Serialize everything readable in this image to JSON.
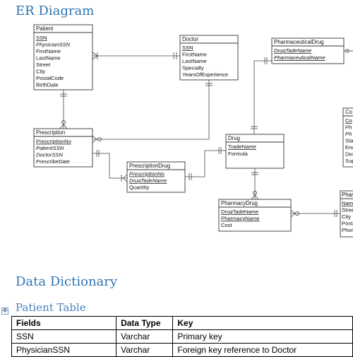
{
  "headings": {
    "er_diagram": "ER Diagram",
    "data_dictionary": "Data Dictionary",
    "patient_table": "Patient Table"
  },
  "table_anchor_icon": "move-handle-icon",
  "entities": {
    "patient": {
      "name": "Patient",
      "fields": [
        "SSN",
        "PhysicianSSN",
        "FirstName",
        "LastName",
        "Street",
        "City",
        "PostalCode",
        "BirthDate"
      ]
    },
    "doctor": {
      "name": "Doctor",
      "fields": [
        "SSN",
        "FirstName",
        "LastName",
        "Specialty",
        "YearsOfExperience"
      ]
    },
    "pharmaceutical_drug": {
      "name": "PharmaceuticalDrug",
      "fields": [
        "DrugTadeName",
        "PharmaceuticalName"
      ]
    },
    "prescription": {
      "name": "Prescription",
      "fields": [
        "PrescriptionNo",
        "PatientSSN",
        "DoctorSSN",
        "PrescribeDate"
      ]
    },
    "drug": {
      "name": "Drug",
      "fields": [
        "TradeName",
        "Formula"
      ]
    },
    "prescription_drug": {
      "name": "PrescriptionDrug",
      "fields": [
        "PrescriptionNo",
        "DrugTadeName",
        "Quantity"
      ]
    },
    "pharmacy_drug": {
      "name": "PharmacyDrug",
      "fields": [
        "DrugTadeName",
        "PharmacyName",
        "Cost"
      ]
    },
    "company_partial": {
      "name": "Co",
      "fields": [
        "Co",
        "Ph",
        "Ph",
        "Sta",
        "Enc",
        "Des",
        "Sup"
      ]
    },
    "pharmacy_partial": {
      "name": "Phar",
      "fields": [
        "Nam",
        "Stree",
        "City",
        "Posta",
        "Phon"
      ]
    }
  },
  "patient_table": {
    "headers": [
      "Fields",
      "Data Type",
      "Key"
    ],
    "rows": [
      [
        "SSN",
        "Varchar",
        "Primary key"
      ],
      [
        "PhysicianSSN",
        "Varchar",
        "Foreign key reference to Doctor"
      ]
    ]
  }
}
